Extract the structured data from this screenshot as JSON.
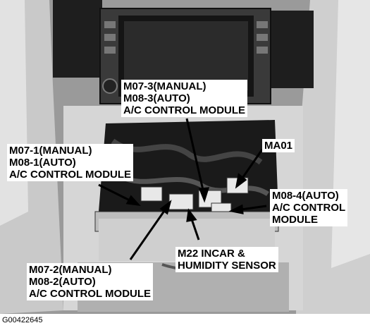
{
  "callouts": {
    "top": [
      "M07-3(MANUAL)",
      "M08-3(AUTO)",
      "A/C CONTROL MODULE"
    ],
    "left": [
      "M07-1(MANUAL)",
      "M08-1(AUTO)",
      "A/C CONTROL MODULE"
    ],
    "ma01": [
      "MA01"
    ],
    "right": [
      "M08-4(AUTO)",
      "A/C CONTROL",
      "MODULE"
    ],
    "bottom_left": [
      "M07-2(MANUAL)",
      "M08-2(AUTO)",
      "A/C CONTROL MODULE"
    ],
    "bottom_right": [
      "M22 INCAR &",
      "HUMIDITY SENSOR"
    ]
  },
  "figure_id": "G00422645",
  "colors": {
    "background": "#ffffff",
    "ink": "#000000",
    "photo_dark": "#2a2a2a",
    "photo_mid": "#8c8c8c",
    "photo_light": "#d8d8d8"
  }
}
